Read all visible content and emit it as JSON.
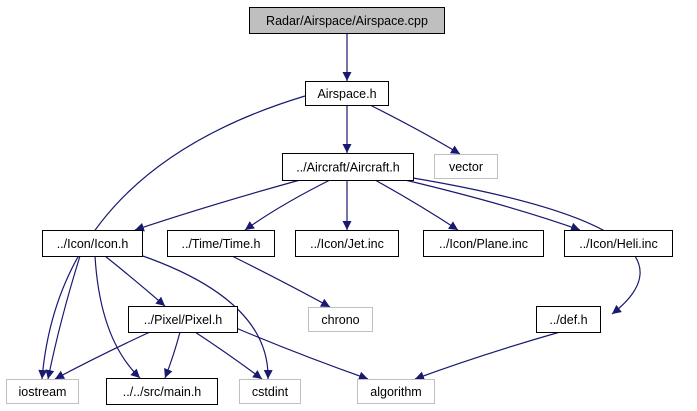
{
  "graph": {
    "nodes": [
      {
        "id": "root",
        "label": "Radar/Airspace/Airspace.cpp",
        "kind": "root"
      },
      {
        "id": "airspace_h",
        "label": "Airspace.h",
        "kind": "normal"
      },
      {
        "id": "vector",
        "label": "vector",
        "kind": "system"
      },
      {
        "id": "aircraft_h",
        "label": "../Aircraft/Aircraft.h",
        "kind": "normal"
      },
      {
        "id": "icon_h",
        "label": "../Icon/Icon.h",
        "kind": "normal"
      },
      {
        "id": "time_h",
        "label": "../Time/Time.h",
        "kind": "normal"
      },
      {
        "id": "jet_inc",
        "label": "../Icon/Jet.inc",
        "kind": "normal"
      },
      {
        "id": "plane_inc",
        "label": "../Icon/Plane.inc",
        "kind": "normal"
      },
      {
        "id": "heli_inc",
        "label": "../Icon/Heli.inc",
        "kind": "normal"
      },
      {
        "id": "chrono",
        "label": "chrono",
        "kind": "system"
      },
      {
        "id": "pixel_h",
        "label": "../Pixel/Pixel.h",
        "kind": "normal"
      },
      {
        "id": "def_h",
        "label": "../def.h",
        "kind": "normal"
      },
      {
        "id": "iostream",
        "label": "iostream",
        "kind": "system"
      },
      {
        "id": "main_h",
        "label": "../../src/main.h",
        "kind": "normal"
      },
      {
        "id": "cstdint",
        "label": "cstdint",
        "kind": "system"
      },
      {
        "id": "algorithm",
        "label": "algorithm",
        "kind": "system"
      }
    ],
    "edges": [
      {
        "from": "root",
        "to": "airspace_h"
      },
      {
        "from": "airspace_h",
        "to": "aircraft_h"
      },
      {
        "from": "airspace_h",
        "to": "vector"
      },
      {
        "from": "airspace_h",
        "to": "iostream"
      },
      {
        "from": "aircraft_h",
        "to": "icon_h"
      },
      {
        "from": "aircraft_h",
        "to": "time_h"
      },
      {
        "from": "aircraft_h",
        "to": "jet_inc"
      },
      {
        "from": "aircraft_h",
        "to": "plane_inc"
      },
      {
        "from": "aircraft_h",
        "to": "heli_inc"
      },
      {
        "from": "aircraft_h",
        "to": "def_h"
      },
      {
        "from": "time_h",
        "to": "chrono"
      },
      {
        "from": "icon_h",
        "to": "pixel_h"
      },
      {
        "from": "icon_h",
        "to": "iostream"
      },
      {
        "from": "icon_h",
        "to": "main_h"
      },
      {
        "from": "icon_h",
        "to": "cstdint"
      },
      {
        "from": "pixel_h",
        "to": "iostream"
      },
      {
        "from": "pixel_h",
        "to": "main_h"
      },
      {
        "from": "pixel_h",
        "to": "cstdint"
      },
      {
        "from": "pixel_h",
        "to": "algorithm"
      },
      {
        "from": "def_h",
        "to": "algorithm"
      }
    ],
    "colors": {
      "edge": "#191970",
      "root_fill": "#bfbfbf",
      "system_border": "#bfbfbf"
    }
  }
}
